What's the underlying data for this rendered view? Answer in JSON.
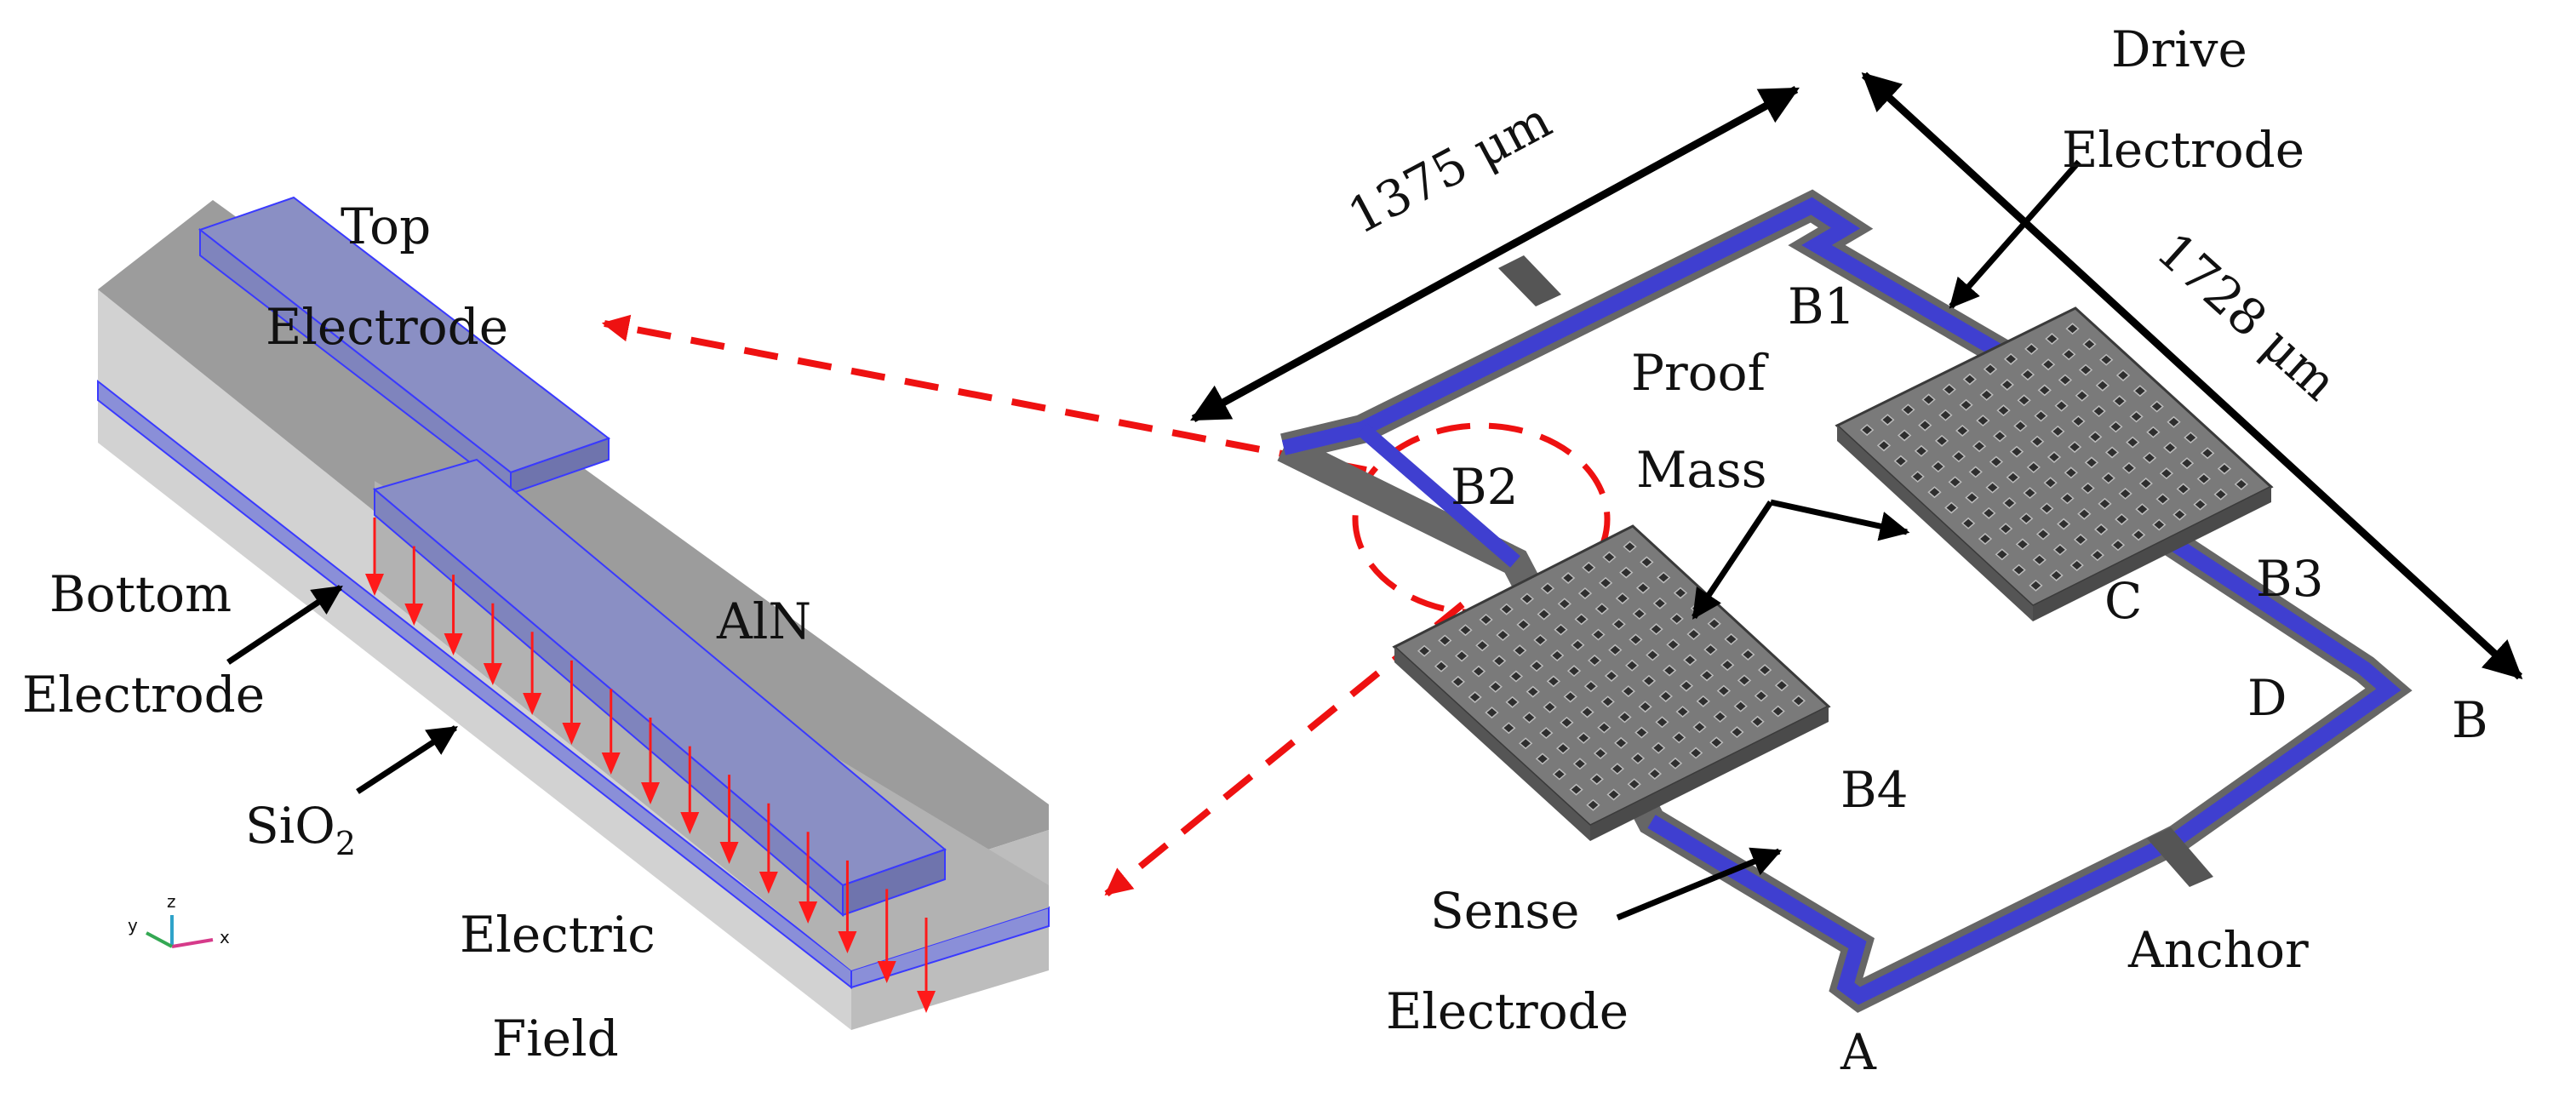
{
  "colors": {
    "electrode": "#8a8fc4",
    "electrode_edge": "#3a3aff",
    "beam_blue": "#3f3fd0",
    "grey_top": "#9a9a9a",
    "grey_front": "#c9c9c9",
    "grey_side": "#bdbdbd",
    "mass_top": "#777777",
    "field_arrow": "#ff1a1a",
    "callout": "#ee1111"
  },
  "left_panel": {
    "labels": {
      "top_electrode_1": "Top",
      "top_electrode_2": "Electrode",
      "bottom_electrode_1": "Bottom",
      "bottom_electrode_2": "Electrode",
      "aln": "AlN",
      "sio2_main": "SiO",
      "sio2_sub": "2",
      "electric_field_1": "Electric",
      "electric_field_2": "Field"
    },
    "axes": {
      "x": "x",
      "y": "y",
      "z": "z"
    }
  },
  "right_panel": {
    "labels": {
      "dim_1375": "1375  μm",
      "dim_1728": "1728  μm",
      "drive_1": "Drive",
      "drive_2": "Electrode",
      "proof_1": "Proof",
      "mass": "Mass",
      "sense_1": "Sense",
      "sense_2": "Electrode",
      "anchor": "Anchor",
      "b1": "B1",
      "b2": "B2",
      "b3": "B3",
      "b4": "B4",
      "a": "A",
      "b": "B",
      "c": "C",
      "d": "D"
    }
  }
}
